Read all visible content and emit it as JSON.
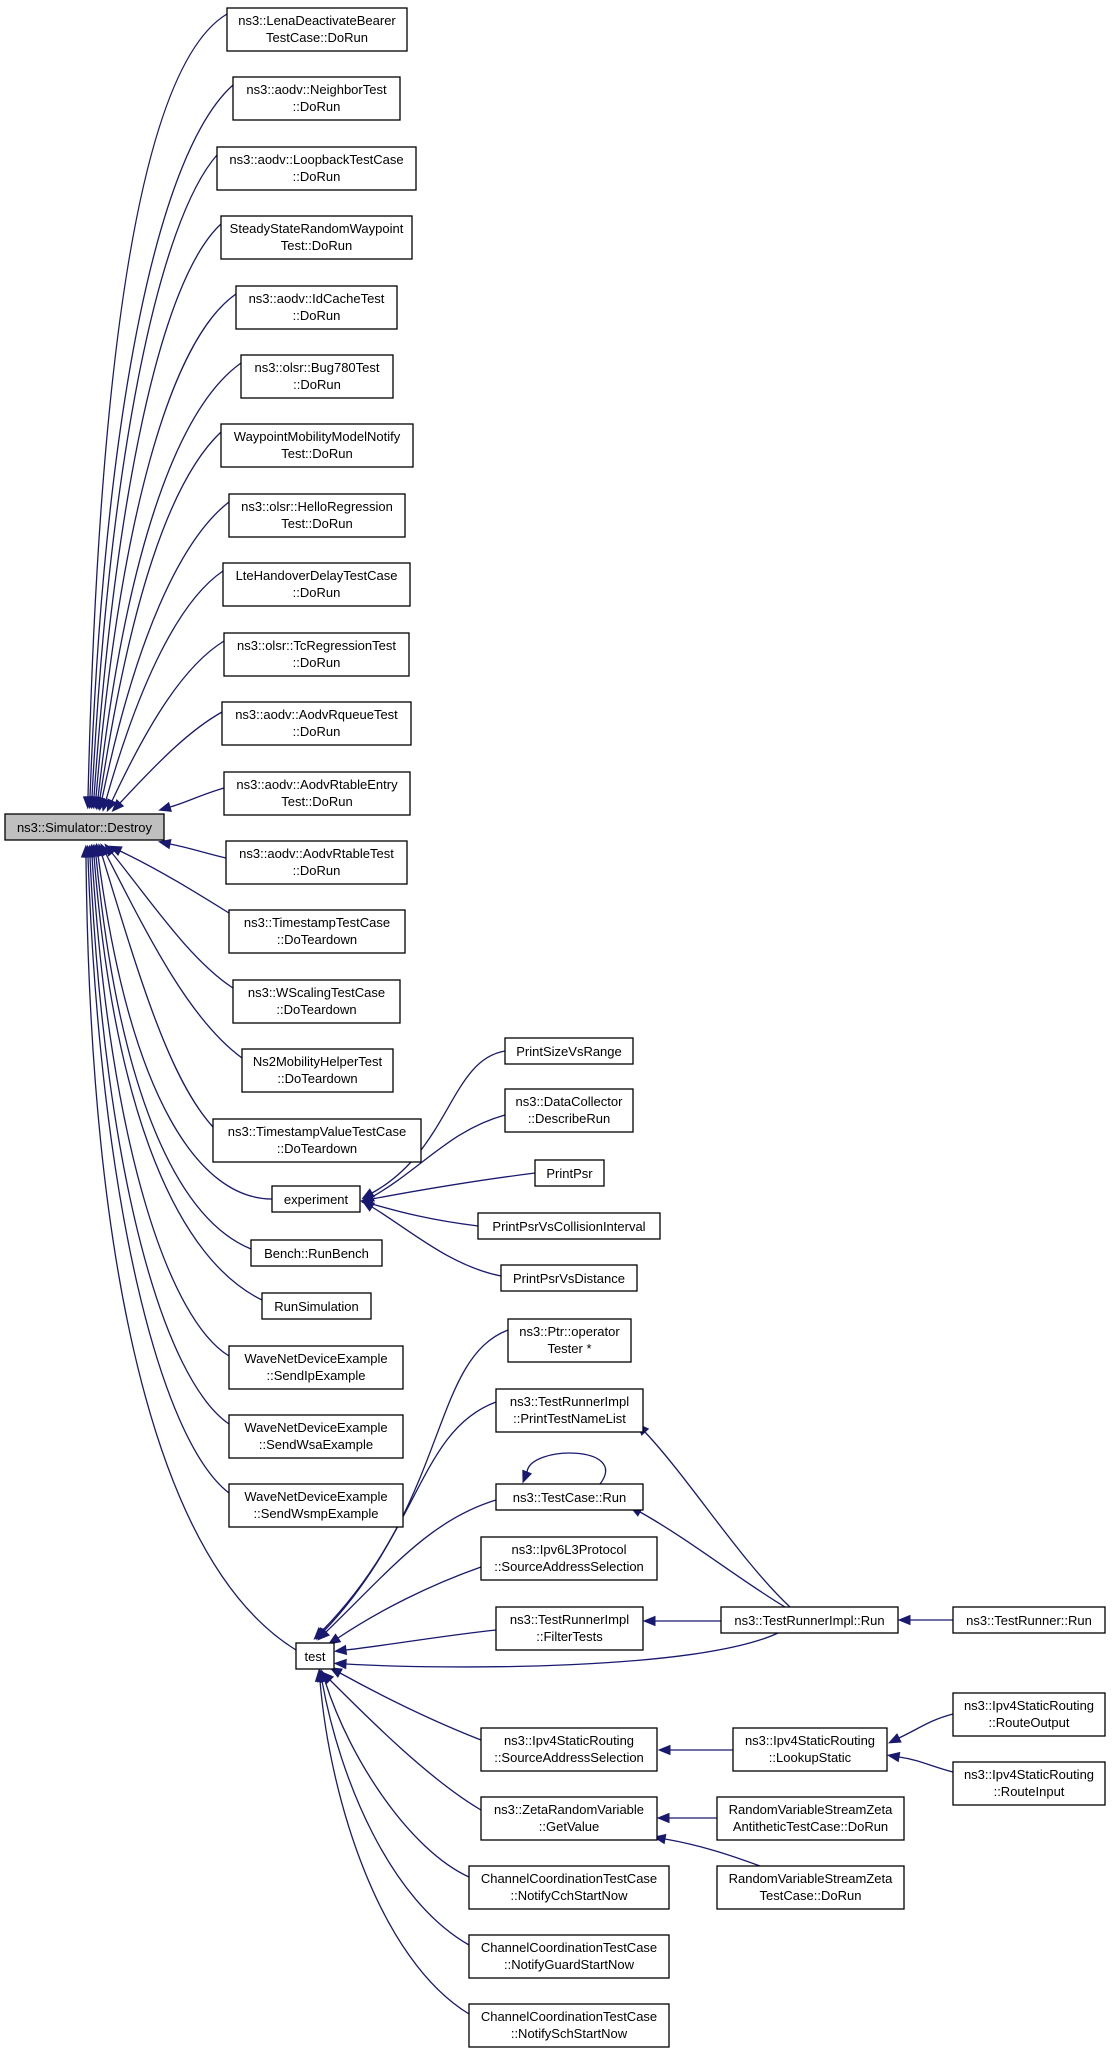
{
  "graph": {
    "colors": {
      "edge": "#191970",
      "node_fill": "#ffffff",
      "root_fill": "#bfbfbf",
      "border": "#000000"
    },
    "nodes": [
      {
        "id": "destroy",
        "label": [
          "ns3::Simulator::Destroy"
        ],
        "root": true
      },
      {
        "id": "n1",
        "label": [
          "ns3::LenaDeactivateBearer",
          "TestCase::DoRun"
        ]
      },
      {
        "id": "n2",
        "label": [
          "ns3::aodv::NeighborTest",
          "::DoRun"
        ]
      },
      {
        "id": "n3",
        "label": [
          "ns3::aodv::LoopbackTestCase",
          "::DoRun"
        ]
      },
      {
        "id": "n4",
        "label": [
          "SteadyStateRandomWaypoint",
          "Test::DoRun"
        ]
      },
      {
        "id": "n5",
        "label": [
          "ns3::aodv::IdCacheTest",
          "::DoRun"
        ]
      },
      {
        "id": "n6",
        "label": [
          "ns3::olsr::Bug780Test",
          "::DoRun"
        ]
      },
      {
        "id": "n7",
        "label": [
          "WaypointMobilityModelNotify",
          "Test::DoRun"
        ]
      },
      {
        "id": "n8",
        "label": [
          "ns3::olsr::HelloRegression",
          "Test::DoRun"
        ]
      },
      {
        "id": "n9",
        "label": [
          "LteHandoverDelayTestCase",
          "::DoRun"
        ]
      },
      {
        "id": "n10",
        "label": [
          "ns3::olsr::TcRegressionTest",
          "::DoRun"
        ]
      },
      {
        "id": "n11",
        "label": [
          "ns3::aodv::AodvRqueueTest",
          "::DoRun"
        ]
      },
      {
        "id": "n12",
        "label": [
          "ns3::aodv::AodvRtableEntry",
          "Test::DoRun"
        ]
      },
      {
        "id": "n13",
        "label": [
          "ns3::aodv::AodvRtableTest",
          "::DoRun"
        ]
      },
      {
        "id": "n14",
        "label": [
          "ns3::TimestampTestCase",
          "::DoTeardown"
        ]
      },
      {
        "id": "n15",
        "label": [
          "ns3::WScalingTestCase",
          "::DoTeardown"
        ]
      },
      {
        "id": "n16",
        "label": [
          "Ns2MobilityHelperTest",
          "::DoTeardown"
        ]
      },
      {
        "id": "n17",
        "label": [
          "ns3::TimestampValueTestCase",
          "::DoTeardown"
        ]
      },
      {
        "id": "experiment",
        "label": [
          "experiment"
        ]
      },
      {
        "id": "bench",
        "label": [
          "Bench::RunBench"
        ]
      },
      {
        "id": "runsim",
        "label": [
          "RunSimulation"
        ]
      },
      {
        "id": "wave1",
        "label": [
          "WaveNetDeviceExample",
          "::SendIpExample"
        ]
      },
      {
        "id": "wave2",
        "label": [
          "WaveNetDeviceExample",
          "::SendWsaExample"
        ]
      },
      {
        "id": "wave3",
        "label": [
          "WaveNetDeviceExample",
          "::SendWsmpExample"
        ]
      },
      {
        "id": "test",
        "label": [
          "test"
        ]
      },
      {
        "id": "psize",
        "label": [
          "PrintSizeVsRange"
        ]
      },
      {
        "id": "datacol",
        "label": [
          "ns3::DataCollector",
          "::DescribeRun"
        ]
      },
      {
        "id": "ppsr",
        "label": [
          "PrintPsr"
        ]
      },
      {
        "id": "ppsrci",
        "label": [
          "PrintPsrVsCollisionInterval"
        ]
      },
      {
        "id": "ppsrd",
        "label": [
          "PrintPsrVsDistance"
        ]
      },
      {
        "id": "ptr",
        "label": [
          "ns3::Ptr::operator",
          "Tester *"
        ]
      },
      {
        "id": "trprint",
        "label": [
          "ns3::TestRunnerImpl",
          "::PrintTestNameList"
        ]
      },
      {
        "id": "tcrun",
        "label": [
          "ns3::TestCase::Run"
        ]
      },
      {
        "id": "ipv6sel",
        "label": [
          "ns3::Ipv6L3Protocol",
          "::SourceAddressSelection"
        ]
      },
      {
        "id": "trfilter",
        "label": [
          "ns3::TestRunnerImpl",
          "::FilterTests"
        ]
      },
      {
        "id": "ipv4sel",
        "label": [
          "ns3::Ipv4StaticRouting",
          "::SourceAddressSelection"
        ]
      },
      {
        "id": "zeta",
        "label": [
          "ns3::ZetaRandomVariable",
          "::GetValue"
        ]
      },
      {
        "id": "cc1",
        "label": [
          "ChannelCoordinationTestCase",
          "::NotifyCchStartNow"
        ]
      },
      {
        "id": "cc2",
        "label": [
          "ChannelCoordinationTestCase",
          "::NotifyGuardStartNow"
        ]
      },
      {
        "id": "cc3",
        "label": [
          "ChannelCoordinationTestCase",
          "::NotifySchStartNow"
        ]
      },
      {
        "id": "trrun",
        "label": [
          "ns3::TestRunnerImpl::Run"
        ]
      },
      {
        "id": "lookup",
        "label": [
          "ns3::Ipv4StaticRouting",
          "::LookupStatic"
        ]
      },
      {
        "id": "zanti",
        "label": [
          "RandomVariableStreamZeta",
          "AntitheticTestCase::DoRun"
        ]
      },
      {
        "id": "ztest",
        "label": [
          "RandomVariableStreamZeta",
          "TestCase::DoRun"
        ]
      },
      {
        "id": "testrunner",
        "label": [
          "ns3::TestRunner::Run"
        ]
      },
      {
        "id": "routeout",
        "label": [
          "ns3::Ipv4StaticRouting",
          "::RouteOutput"
        ]
      },
      {
        "id": "routein",
        "label": [
          "ns3::Ipv4StaticRouting",
          "::RouteInput"
        ]
      }
    ],
    "edges": [
      [
        "n1",
        "destroy"
      ],
      [
        "n2",
        "destroy"
      ],
      [
        "n3",
        "destroy"
      ],
      [
        "n4",
        "destroy"
      ],
      [
        "n5",
        "destroy"
      ],
      [
        "n6",
        "destroy"
      ],
      [
        "n7",
        "destroy"
      ],
      [
        "n8",
        "destroy"
      ],
      [
        "n9",
        "destroy"
      ],
      [
        "n10",
        "destroy"
      ],
      [
        "n11",
        "destroy"
      ],
      [
        "n12",
        "destroy"
      ],
      [
        "n13",
        "destroy"
      ],
      [
        "n14",
        "destroy"
      ],
      [
        "n15",
        "destroy"
      ],
      [
        "n16",
        "destroy"
      ],
      [
        "n17",
        "destroy"
      ],
      [
        "experiment",
        "destroy"
      ],
      [
        "bench",
        "destroy"
      ],
      [
        "runsim",
        "destroy"
      ],
      [
        "wave1",
        "destroy"
      ],
      [
        "wave2",
        "destroy"
      ],
      [
        "wave3",
        "destroy"
      ],
      [
        "test",
        "destroy"
      ],
      [
        "psize",
        "experiment"
      ],
      [
        "datacol",
        "experiment"
      ],
      [
        "ppsr",
        "experiment"
      ],
      [
        "ppsrci",
        "experiment"
      ],
      [
        "ppsrd",
        "experiment"
      ],
      [
        "ptr",
        "test"
      ],
      [
        "trprint",
        "test"
      ],
      [
        "tcrun",
        "test"
      ],
      [
        "ipv6sel",
        "test"
      ],
      [
        "trfilter",
        "test"
      ],
      [
        "trrun",
        "test"
      ],
      [
        "ipv4sel",
        "test"
      ],
      [
        "zeta",
        "test"
      ],
      [
        "cc1",
        "test"
      ],
      [
        "cc2",
        "test"
      ],
      [
        "cc3",
        "test"
      ],
      [
        "tcrun",
        "tcrun"
      ],
      [
        "trrun",
        "trprint"
      ],
      [
        "trrun",
        "tcrun"
      ],
      [
        "trrun",
        "trfilter"
      ],
      [
        "testrunner",
        "trrun"
      ],
      [
        "lookup",
        "ipv4sel"
      ],
      [
        "zanti",
        "zeta"
      ],
      [
        "ztest",
        "zeta"
      ],
      [
        "routeout",
        "lookup"
      ],
      [
        "routein",
        "lookup"
      ]
    ]
  }
}
